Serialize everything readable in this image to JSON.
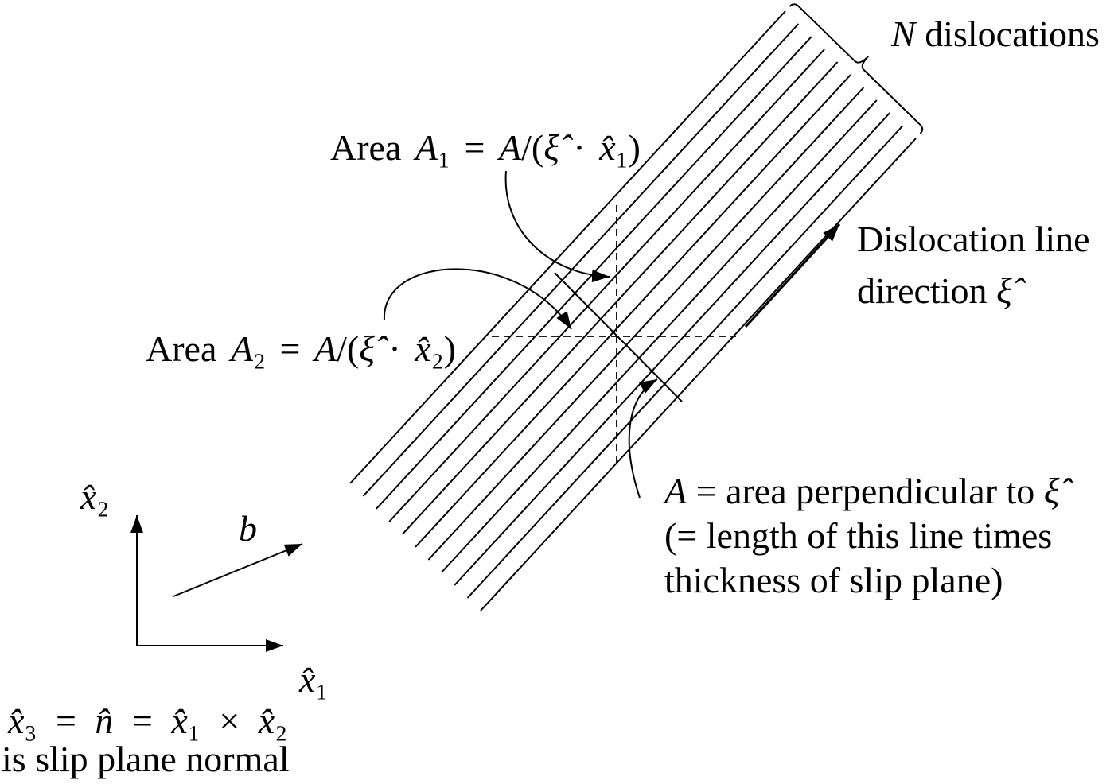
{
  "labels": {
    "n_dislocations": "N dislocations",
    "area_a1": "Area A₁ = A/(ξ̂ · x̂₁)",
    "line_direction_1": "Dislocation line",
    "line_direction_2": "direction ξ̂",
    "area_a2": "Area A₂ = A/(ξ̂ · x̂₂)",
    "area_perp_1": "A = area perpendicular to ξ̂",
    "area_perp_2": "(= length of this line times",
    "area_perp_3": "thickness of slip plane)",
    "axis_x2": "x̂₂",
    "burgers_vector": "b",
    "axis_x1": "x̂₁",
    "normal_def_1": "x̂₃ = n̂ = x̂₁ × x̂₂",
    "normal_def_2": "is slip plane normal"
  }
}
